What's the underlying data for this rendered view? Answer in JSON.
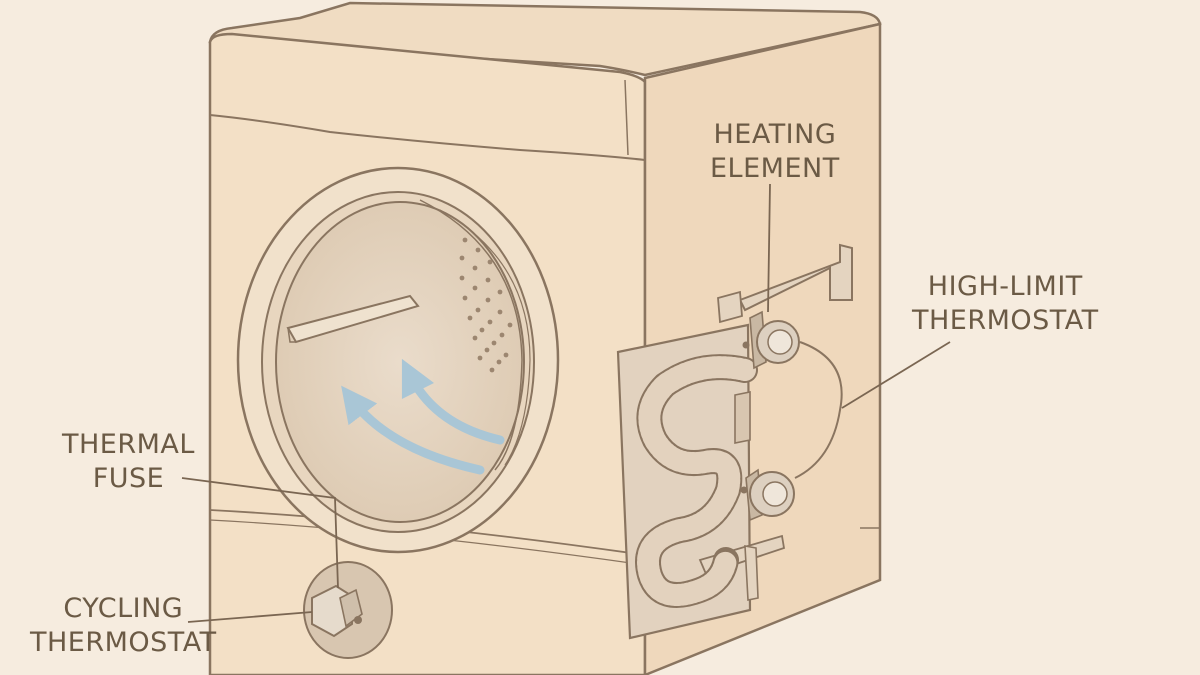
{
  "labels": {
    "heating_element": {
      "line1": "HEATING",
      "line2": "ELEMENT"
    },
    "high_limit_thermostat": {
      "line1": "HIGH-LIMIT",
      "line2": "THERMOSTAT"
    },
    "thermal_fuse": {
      "line1": "THERMAL",
      "line2": "FUSE"
    },
    "cycling_thermostat": {
      "line1": "CYCLING",
      "line2": "THERMOSTAT"
    }
  },
  "colors": {
    "background": "#f6ecdf",
    "cabinet": "#f3e0c6",
    "outline": "#8a7560",
    "airflow": "#a9c6d6",
    "label_text": "#6b5a45"
  }
}
